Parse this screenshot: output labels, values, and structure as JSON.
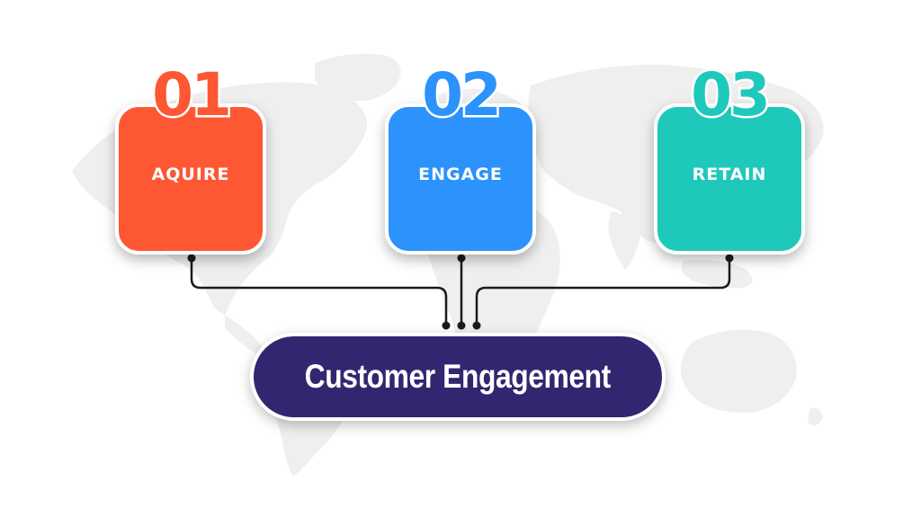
{
  "colors": {
    "step1": "#fd5733",
    "step2": "#2b93fb",
    "step3": "#1ec9bb",
    "center": "#332670",
    "connector": "#1a1a1a",
    "map": "#efefef"
  },
  "steps": [
    {
      "number": "01",
      "label": "AQUIRE"
    },
    {
      "number": "02",
      "label": "ENGAGE"
    },
    {
      "number": "03",
      "label": "RETAIN"
    }
  ],
  "center": {
    "label": "Customer Engagement"
  },
  "decor": {
    "icon": "world-map-icon"
  }
}
